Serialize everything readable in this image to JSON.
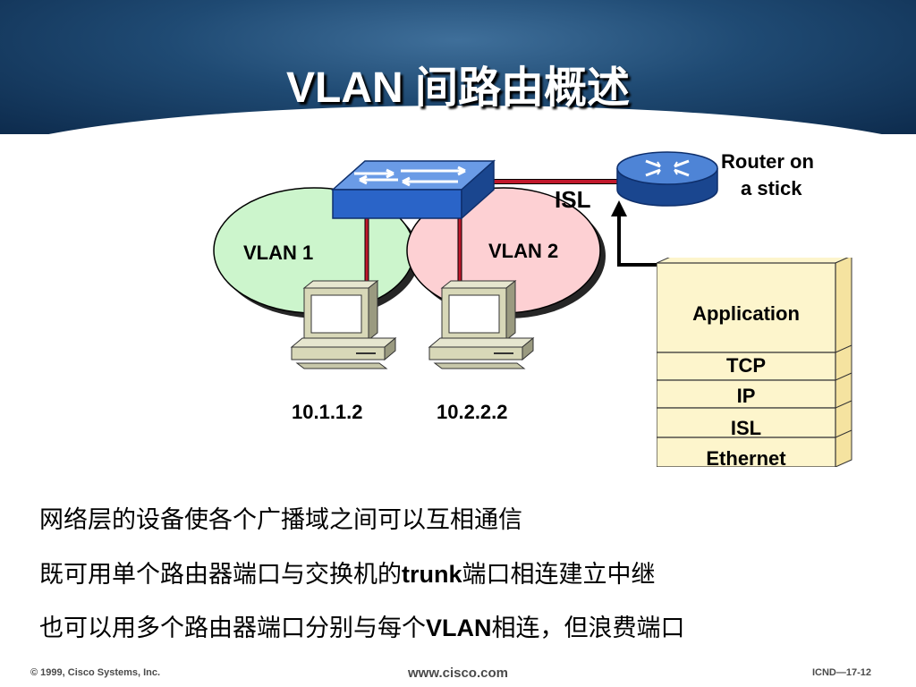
{
  "slide": {
    "title": "VLAN 间路由概述"
  },
  "diagram": {
    "isl_link_label": "ISL",
    "router_label_line1": "Router on",
    "router_label_line2": "a stick",
    "vlan1_label": "VLAN 1",
    "vlan2_label": "VLAN 2",
    "host1_ip": "10.1.1.2",
    "host2_ip": "10.2.2.2",
    "stack_layers": [
      "Application",
      "TCP",
      "IP",
      "ISL",
      "Ethernet"
    ],
    "colors": {
      "vlan1_fill": "#ccf5cc",
      "vlan2_fill": "#fdd0d3",
      "link_red": "#c0182c",
      "switch_blue": "#2a64c8",
      "stack_fill": "#fdf5cc"
    }
  },
  "bullets": [
    {
      "text": "网络层的设备使各个广播域之间可以互相通信"
    },
    {
      "pre": "既可用单个路由器端口与交换机的",
      "bold": "trunk",
      "post": "端口相连建立中继"
    },
    {
      "pre": "也可以用多个路由器端口分别与每个",
      "bold": "VLAN",
      "post": "相连，但浪费端口"
    }
  ],
  "footer": {
    "copyright": "© 1999, Cisco Systems, Inc.",
    "url": "www.cisco.com",
    "page": "ICND—17-12"
  }
}
